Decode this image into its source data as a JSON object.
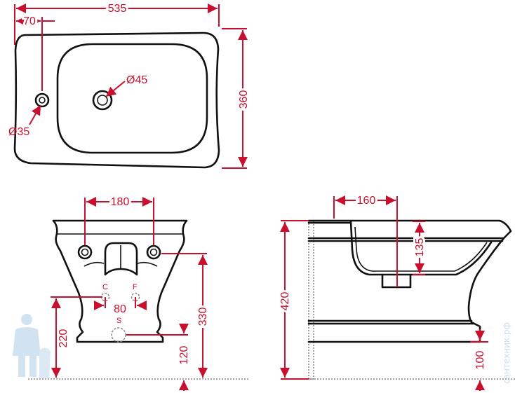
{
  "top_view": {
    "width": "535",
    "offset": "70",
    "depth": "360",
    "tap_hole": "Ø45",
    "side_hole": "Ø35"
  },
  "front_view": {
    "width": "180",
    "spacing": "80",
    "connection_height": "220",
    "height": "330",
    "drain_height": "120",
    "cold_label": "C",
    "hot_label": "F",
    "drain_label": "S"
  },
  "side_view": {
    "bowl_width": "160",
    "bowl_depth": "135",
    "total_height": "420",
    "base_height": "100"
  },
  "watermark": "сантехник.рф",
  "colors": {
    "dimension": "#c8102e",
    "outline": "#111111"
  }
}
